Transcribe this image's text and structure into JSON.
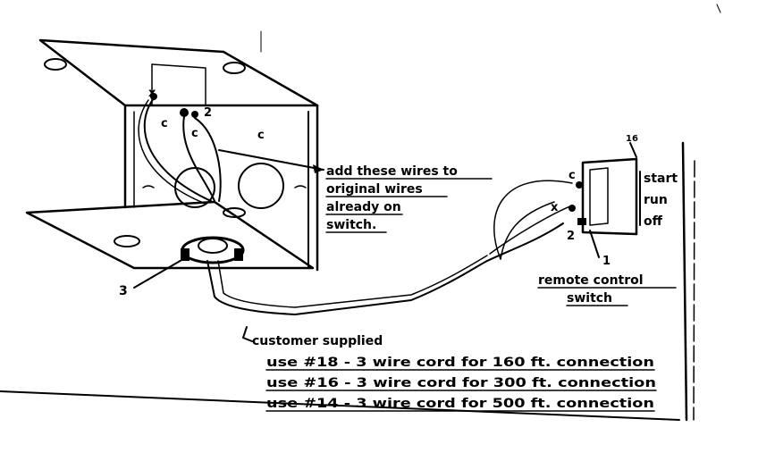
{
  "annotation_add_wires": [
    "add these wires to",
    "original wires",
    "already on",
    "switch."
  ],
  "customer_supplied": "customer supplied",
  "cord_rows": [
    "use #18 - 3 wire cord for 160 ft. connection",
    "use #16 - 3 wire cord for 300 ft. connection",
    "use #14 - 3 wire cord for 500 ft. connection"
  ],
  "remote_label": [
    "remote control",
    "switch"
  ],
  "switch_positions": [
    "start",
    "run",
    "off"
  ],
  "callouts": {
    "box_x": "x",
    "box_c1": "c",
    "box_2": "2",
    "box_c2": "c",
    "box_c3": "c",
    "clamp_ref": "3",
    "sw_c": "c",
    "sw_x": "x",
    "sw_2": "2",
    "sw_ref_16": "16",
    "sw_ref_1": "1"
  }
}
